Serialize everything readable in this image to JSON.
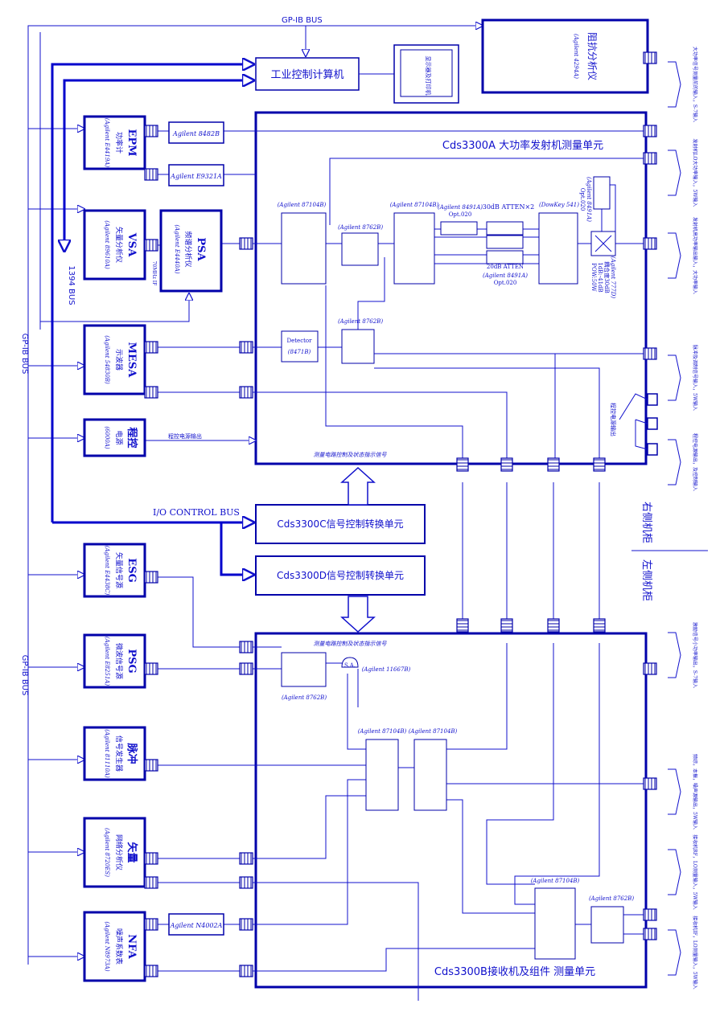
{
  "bus": {
    "gpib_top": "GP-IB BUS",
    "gpib_left1": "GP-IB BUS",
    "gpib_left2": "GP-IB BUS",
    "bus_1394": "1394 BUS",
    "io_control": "I/O CONTROL BUS"
  },
  "computer": {
    "label": "工业控制计算机"
  },
  "monitor": {
    "label": "显示器及打印机"
  },
  "impedance_analyzer": {
    "name": "阻抗分析仪",
    "model": "(Agilent 4294A)"
  },
  "instruments": [
    {
      "title": "EPM",
      "sub": "功率计",
      "model": "(Agilent E4419A)"
    },
    {
      "title": "VSA",
      "sub": "矢量分析仪",
      "model": "(Agilent 89610A)"
    },
    {
      "title": "MESA",
      "sub": "示波器",
      "model": "(Agilent 54830B)"
    },
    {
      "title": "程控",
      "sub": "电源",
      "model": "(6000A)"
    },
    {
      "title": "ESG",
      "sub": "矢量信号源",
      "model": "(Agilent E4438C)"
    },
    {
      "title": "PSG",
      "sub": "微波信号源",
      "model": "(Agilent E8251A)"
    },
    {
      "title": "脉冲",
      "sub": "信号发生器",
      "model": "(Agilent 81110A)"
    },
    {
      "title": "矢量",
      "sub": "网络分析仪",
      "model": "(Agilent 8720ES)"
    },
    {
      "title": "NFA",
      "sub": "噪声系数表",
      "model": "(Agilent N8973A)"
    }
  ],
  "psa": {
    "title": "PSA",
    "sub": "频谱分析仪",
    "model": "(Agilent E4440A)",
    "if_label": "70MHz IF"
  },
  "sensors": {
    "s1": "Agilent 8482B",
    "s2": "Agilent E9321A",
    "s3": "Agilent N4002A"
  },
  "units": {
    "a": "Cds3300A  大功率发射机测量单元",
    "b": "Cds3300B接收机及组件  测量单元",
    "c": "Cds3300C信号控制转换单元",
    "d": "Cds3300D信号控制转换单元"
  },
  "cabinets": {
    "right": "右侧机柜",
    "left": "左侧机柜"
  },
  "unit_a_parts": {
    "sw1": "(Agilent 87104B)",
    "sw2": "(Agilent 8762B)",
    "sw3": "(Agilent 87104B)",
    "att1_label": "(Agilent 8491A)",
    "att1_opt": "Opt.020",
    "atten_x2": "30dB ATTEN×2",
    "atten_20": "20dB ATTEN",
    "att2_label": "(Agilent 8491A)",
    "att2_opt": "Opt.020",
    "dowkey": "(DowKey 541)",
    "att3": "(Agilent 8491A)",
    "att3_opt": "Opt.020",
    "coupler": "(Agilent 777D)",
    "coupler_spec1": "耦合度30dB",
    "coupler_spec2": "1dB:-41dB",
    "coupler_spec3": "POW:50W",
    "detector": "Detector",
    "detector_model": "(8471B)",
    "sw4": "(Agilent 8762B)",
    "power_out": "程控电源输出",
    "ctrl_signal_a": "测量电路控制及状态指示信号",
    "power_out_right": "程控电源输出"
  },
  "unit_b_parts": {
    "ctrl_signal_b": "测量电路控制及状态指示信号",
    "sw1": "(Agilent 8762B)",
    "sa": "S.A.",
    "adapter": "(Agilent 11667B)",
    "sw2": "(Agilent 87104B)",
    "sw3": "(Agilent 87104B)",
    "sw4": "(Agilent 87104B)",
    "sw5": "(Agilent 8762B)"
  },
  "ports": [
    "大功率信号测量前的输入，S-7输入",
    "发射机LO大功率输入，5W输入",
    "发射机高功率输出输入，大功率输入",
    "脉冲及调制信号输入，5W输入",
    "程控电源输出，及控制输入",
    "激励信号小功率输出，S-7输入",
    "频综，本振，噪声源输出，5W输入",
    "接收机RF，LO测量输入，5W输入",
    "接收机IF，LO测量输入，5W输入"
  ],
  "colors": {
    "line": "#1010cc",
    "box": "#0000aa"
  }
}
